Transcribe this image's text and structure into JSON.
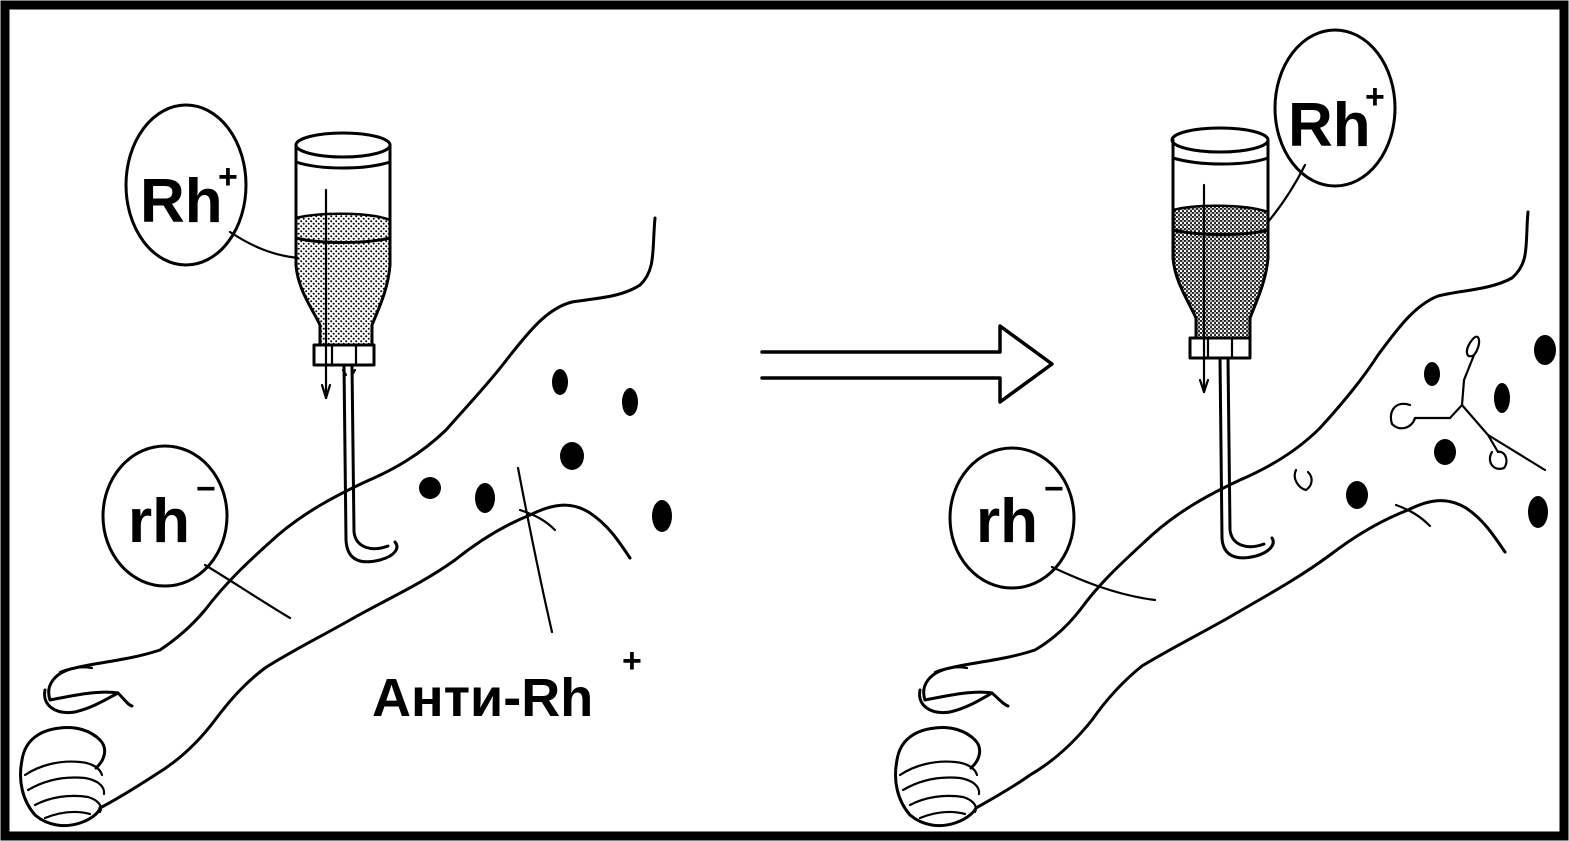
{
  "left_panel": {
    "donor_label": "Rh",
    "donor_sup": "+",
    "recipient_label": "rh",
    "recipient_sup": "−",
    "antibody_label": "Анти-Rh",
    "antibody_sup": "+"
  },
  "right_panel": {
    "donor_label": "Rh",
    "donor_sup": "+",
    "recipient_label": "rh",
    "recipient_sup": "−"
  }
}
